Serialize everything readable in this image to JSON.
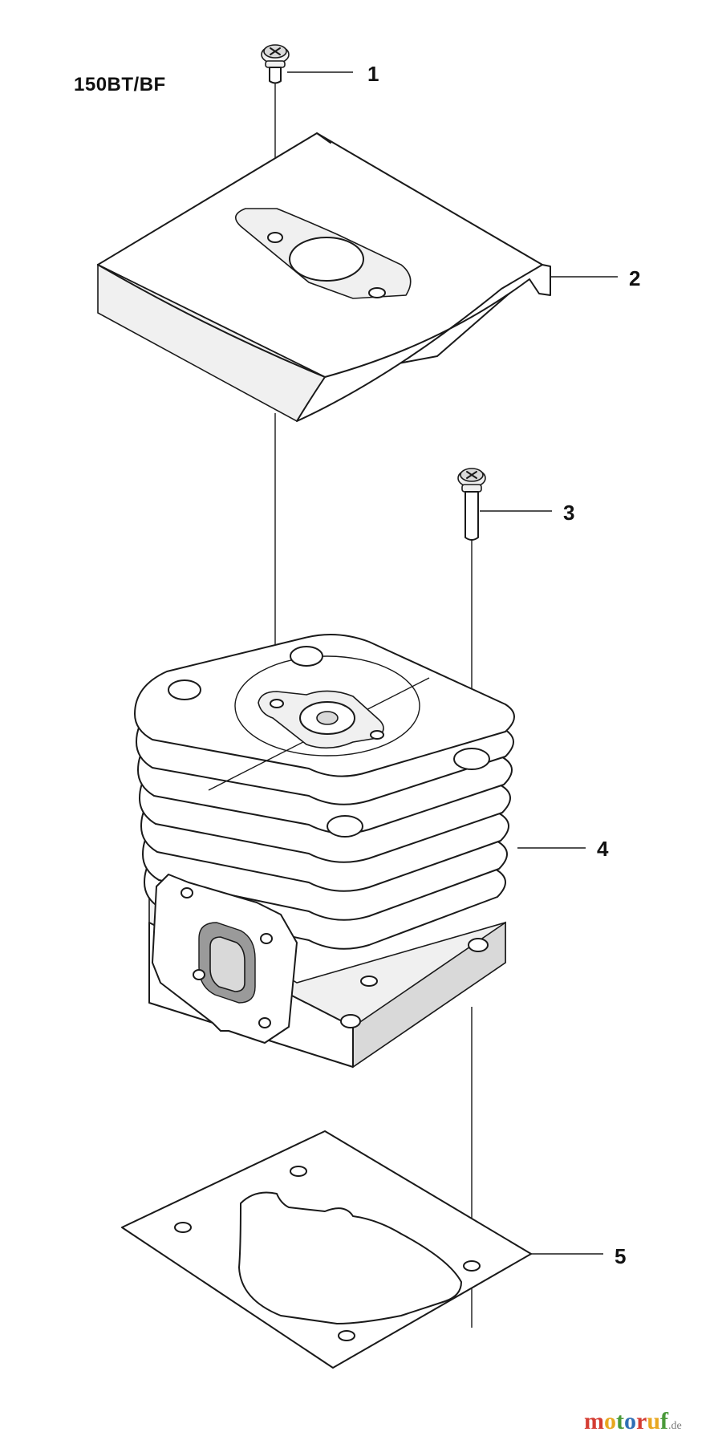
{
  "model": "150BT/BF",
  "callouts": [
    {
      "number": "1",
      "part": "screw-small"
    },
    {
      "number": "2",
      "part": "heat-shield"
    },
    {
      "number": "3",
      "part": "screw-long"
    },
    {
      "number": "4",
      "part": "cylinder"
    },
    {
      "number": "5",
      "part": "cylinder-gasket"
    }
  ],
  "watermark": {
    "letters": [
      {
        "char": "m",
        "color": "#d43c32"
      },
      {
        "char": "o",
        "color": "#e8a71f"
      },
      {
        "char": "t",
        "color": "#4a9a3a"
      },
      {
        "char": "o",
        "color": "#2f6fb5"
      },
      {
        "char": "r",
        "color": "#d43c32"
      },
      {
        "char": "u",
        "color": "#e8a71f"
      },
      {
        "char": "f",
        "color": "#4a9a3a"
      }
    ],
    "suffix": ".de"
  }
}
